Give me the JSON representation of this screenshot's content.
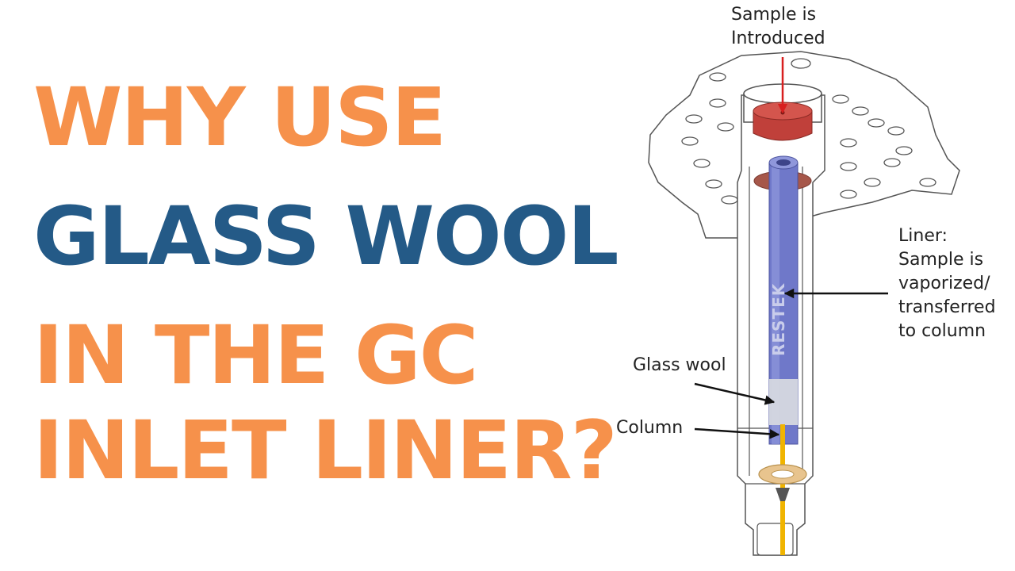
{
  "headline": {
    "lines": [
      {
        "text": "WHY USE"
      },
      {
        "text": "GLASS WOOL"
      },
      {
        "text": "IN THE GC"
      },
      {
        "text": "INLET LINER?"
      }
    ],
    "accent_color": "#f6914b",
    "primary_color": "#245a87"
  },
  "diagram": {
    "labels": {
      "sample_introduced": "Sample is\nIntroduced",
      "liner": "Liner:\nSample is\nvaporized/\ntransferred\nto column",
      "glass_wool": "Glass wool",
      "column": "Column"
    },
    "logo_text": "RESTEK",
    "colors": {
      "septum": "#c0403a",
      "liner": "#6f78c9",
      "o_ring": "#a6574a",
      "glass_wool": "#c9ccd6",
      "column": "#f0b400",
      "seal": "#e8c48e",
      "arrow_red": "#d81f1f",
      "outline": "#555555"
    }
  }
}
